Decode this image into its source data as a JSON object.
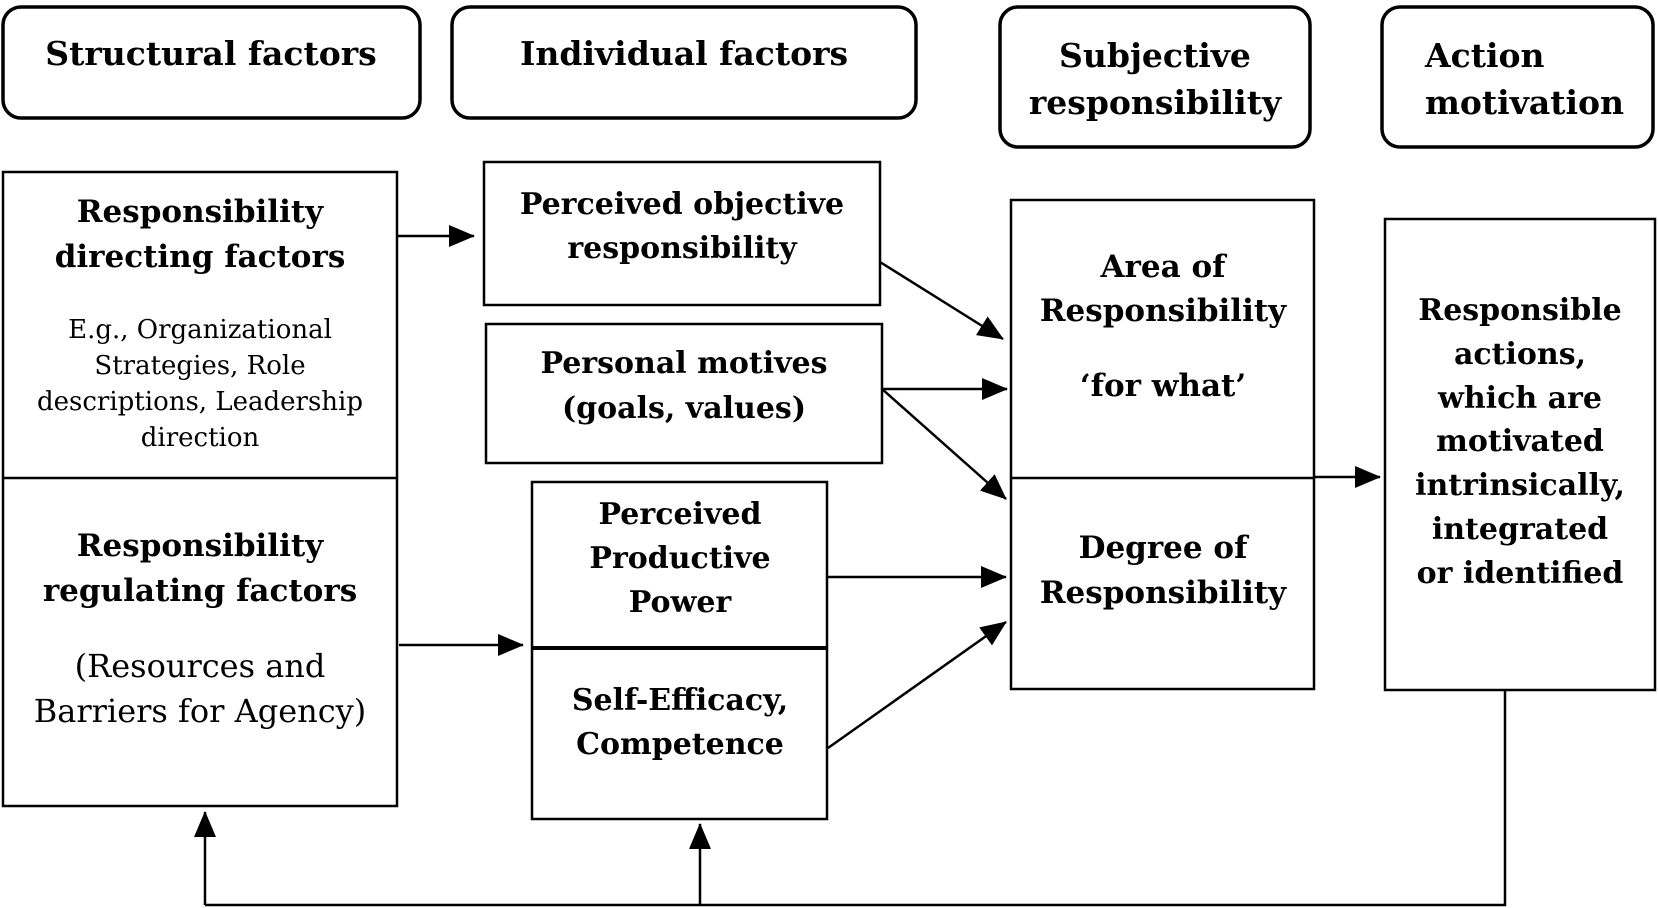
{
  "headers": {
    "structural": "Structural factors",
    "individual": "Individual factors",
    "subjective_line1": "Subjective",
    "subjective_line2": "responsibility",
    "action_line1": "Action",
    "action_line2": "motivation"
  },
  "structural": {
    "directing": {
      "title_line1": "Responsibility",
      "title_line2": "directing factors",
      "example_line1": "E.g., Organizational",
      "example_line2": "Strategies, Role",
      "example_line3": "descriptions, Leadership",
      "example_line4": "direction"
    },
    "regulating": {
      "title_line1": "Responsibility",
      "title_line2": "regulating factors",
      "detail_line1": "(Resources and",
      "detail_line2": "Barriers for Agency)"
    }
  },
  "individual": {
    "objective": {
      "line1": "Perceived objective",
      "line2": "responsibility"
    },
    "motives": {
      "line1": "Personal motives",
      "line2": "(goals, values)"
    },
    "productive": {
      "line1": "Perceived",
      "line2": "Productive",
      "line3": "Power"
    },
    "efficacy": {
      "line1": "Self-Efficacy,",
      "line2": "Competence"
    }
  },
  "subjective": {
    "area": {
      "line1": "Area of",
      "line2": "Responsibility",
      "line3": "‘for what’"
    },
    "degree": {
      "line1": "Degree of",
      "line2": "Responsibility"
    }
  },
  "action": {
    "line1": "Responsible",
    "line2": "actions,",
    "line3": "which are",
    "line4": "motivated",
    "line5": "intrinsically,",
    "line6": "integrated",
    "line7": "or identified"
  }
}
